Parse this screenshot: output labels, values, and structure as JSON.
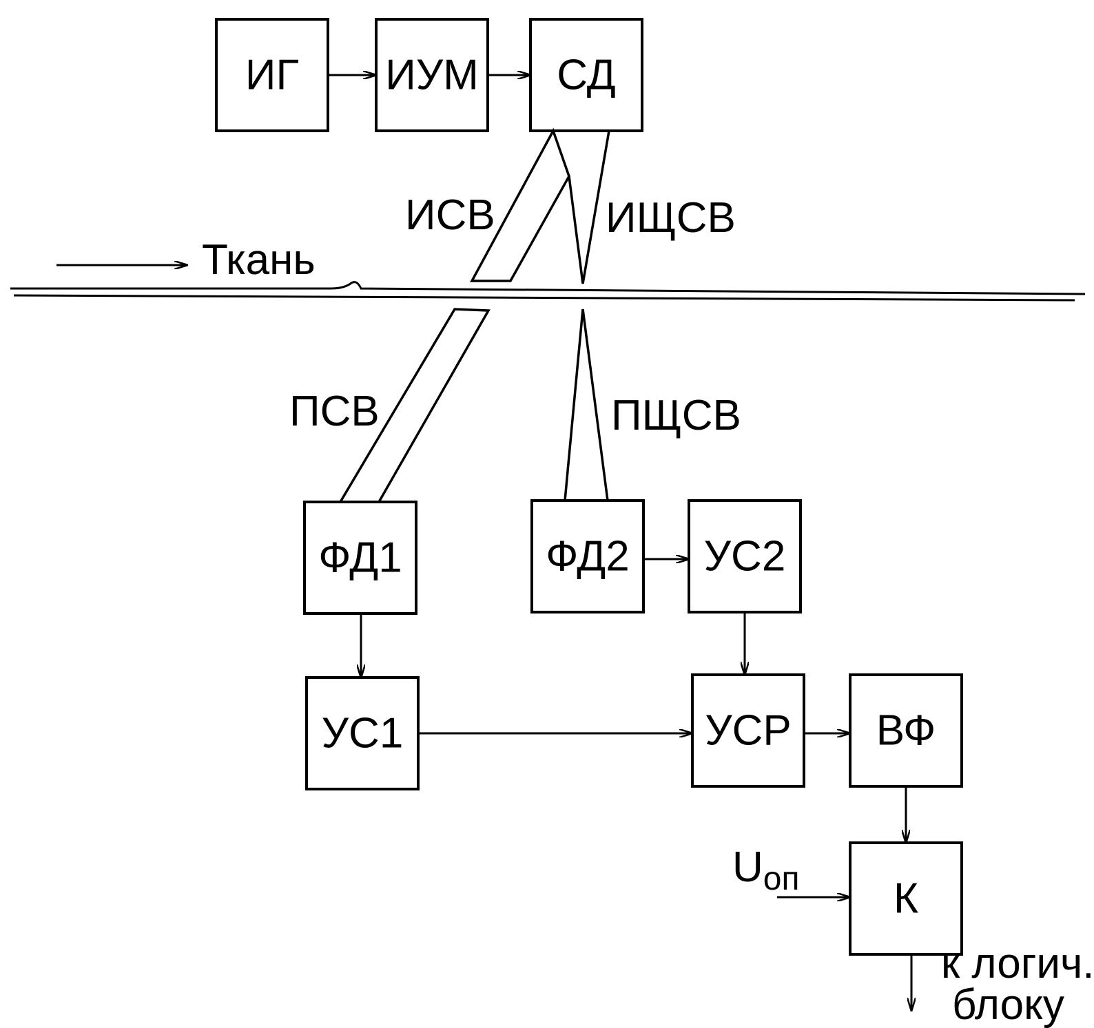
{
  "blocks": {
    "ig": "ИГ",
    "ium": "ИУМ",
    "sd": "СД",
    "fd1": "ФД1",
    "fd2": "ФД2",
    "us1": "УС1",
    "us2": "УС2",
    "usr": "УСР",
    "vf": "ВФ",
    "k": "К"
  },
  "labels": {
    "isv": "ИСВ",
    "ishchsv": "ИЩСВ",
    "tkan": "Ткань",
    "psv": "ПСВ",
    "pshchsv": "ПЩСВ",
    "u_main": "U",
    "u_sub": "оп",
    "output_line1": "к логич.",
    "output_line2": "блоку"
  }
}
